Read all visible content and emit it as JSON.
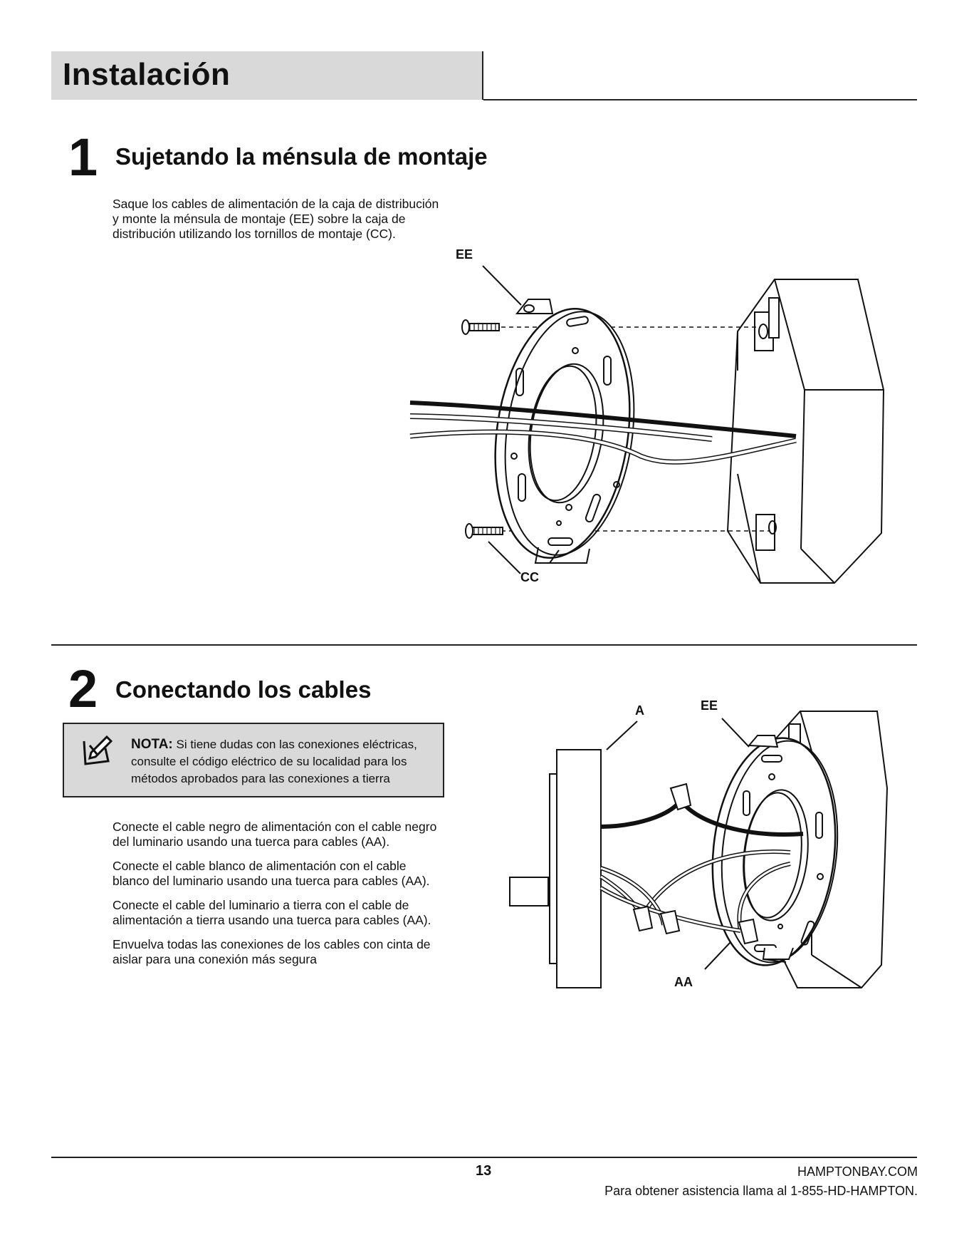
{
  "section": {
    "title": "Instalación"
  },
  "step1": {
    "number": "1",
    "title": "Sujetando la ménsula de montaje",
    "text": [
      "Saque los cables de alimentación de la caja de distribución",
      "y monte la ménsula de montaje (EE) sobre la caja de",
      "distribución utilizando los tornillos de montaje (CC)."
    ],
    "callouts": {
      "bracket": "EE",
      "screws": "CC"
    }
  },
  "step2": {
    "number": "2",
    "title": "Conectando los cables",
    "note_label": "NOTA:",
    "note_text": "Si tiene dudas con las conexiones eléctricas, consulte el código eléctrico de su localidad para los métodos aprobados para las conexiones a tierra",
    "paragraphs": [
      [
        "Conecte el cable negro de alimentación  con el cable negro",
        "del luminario usando una tuerca para cables (AA)."
      ],
      [
        "Conecte el cable blanco de alimentación con el cable",
        "blanco del luminario usando una tuerca para cables (AA)."
      ],
      [
        "Conecte el cable del luminario a tierra con el cable de",
        "alimentación a tierra usando una tuerca para cables (AA)."
      ],
      [
        "Envuelva todas las conexiones de los cables con cinta de",
        "aislar para una conexión más segura"
      ]
    ],
    "callouts": {
      "fixture": "A",
      "bracket": "EE",
      "wire_nut": "AA"
    }
  },
  "footer": {
    "page_number": "13",
    "website": "HAMPTONBAY.COM",
    "help": "Para obtener asistencia llama al 1-855-HD-HAMPTON."
  }
}
